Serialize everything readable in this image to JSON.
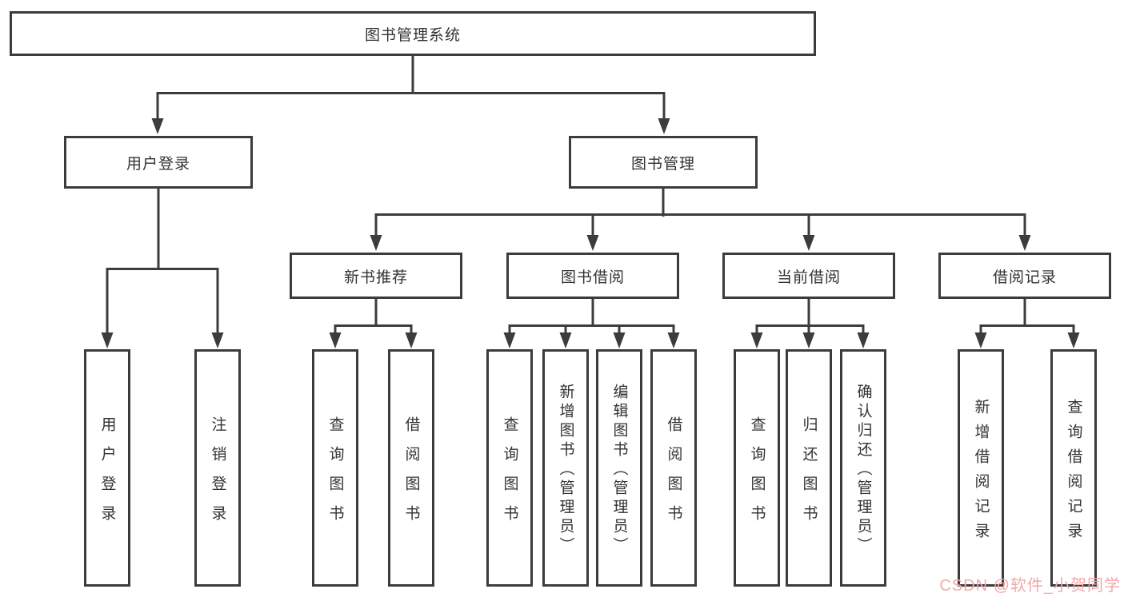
{
  "diagram": {
    "root": "图书管理系统",
    "level2": {
      "user_login": "用户登录",
      "book_mgmt": "图书管理"
    },
    "level3": {
      "new_book_rec": "新书推荐",
      "book_borrow": "图书借阅",
      "current_borrow": "当前借阅",
      "borrow_record": "借阅记录"
    },
    "leaves": {
      "user_login_leaf": "用户登录",
      "logout_leaf": "注销登录",
      "rec_query_book": "查询图书",
      "rec_borrow_book": "借阅图书",
      "bb_query_book": "查询图书",
      "bb_add_book": "新增图书（管理员）",
      "bb_edit_book": "编辑图书（管理员）",
      "bb_borrow_book": "借阅图书",
      "cb_query_book": "查询图书",
      "cb_return_book": "归还图书",
      "cb_confirm_return": "确认归还（管理员）",
      "br_add_record": "新增借阅记录",
      "br_query_record": "查询借阅记录"
    }
  },
  "watermark": {
    "text": "CSDN @软件_小贺同学",
    "color": "#f2a8a8"
  },
  "colors": {
    "line": "#3c3c3c",
    "box_border": "#3c3c3c",
    "box_background": "#ffffff",
    "text": "#333333",
    "page_background": "#ffffff"
  }
}
